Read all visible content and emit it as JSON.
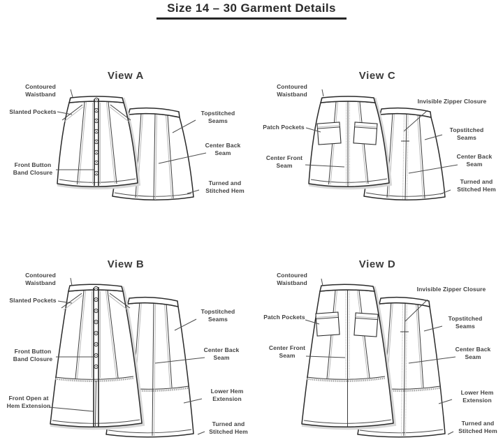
{
  "page": {
    "title": "Size 14 – 30 Garment Details"
  },
  "views": [
    {
      "title": "View A",
      "labels": [
        {
          "text": "Contoured Waistband"
        },
        {
          "text": "Slanted Pockets"
        },
        {
          "text": "Front Button Band Closure"
        },
        {
          "text": "Topstitched Seams"
        },
        {
          "text": "Center Back Seam"
        },
        {
          "text": "Turned and Stitched Hem"
        }
      ]
    },
    {
      "title": "View C",
      "labels": [
        {
          "text": "Contoured Waistband"
        },
        {
          "text": "Patch Pockets"
        },
        {
          "text": "Center Front Seam"
        },
        {
          "text": "Invisible Zipper Closure"
        },
        {
          "text": "Topstitched Seams"
        },
        {
          "text": "Center Back Seam"
        },
        {
          "text": "Turned and Stitched Hem"
        }
      ]
    },
    {
      "title": "View B",
      "labels": [
        {
          "text": "Contoured Waistband"
        },
        {
          "text": "Slanted Pockets"
        },
        {
          "text": "Front Button Band Closure"
        },
        {
          "text": "Front Open at Hem Extension"
        },
        {
          "text": "Topstitched Seams"
        },
        {
          "text": "Center Back Seam"
        },
        {
          "text": "Lower Hem Extension"
        },
        {
          "text": "Turned and Stitched Hem"
        }
      ]
    },
    {
      "title": "View D",
      "labels": [
        {
          "text": "Contoured Waistband"
        },
        {
          "text": "Patch Pockets"
        },
        {
          "text": "Center Front Seam"
        },
        {
          "text": "Invisible Zipper Closure"
        },
        {
          "text": "Topstitched Seams"
        },
        {
          "text": "Center Back Seam"
        },
        {
          "text": "Lower Hem Extension"
        },
        {
          "text": "Turned and Stitched Hem"
        }
      ]
    }
  ]
}
